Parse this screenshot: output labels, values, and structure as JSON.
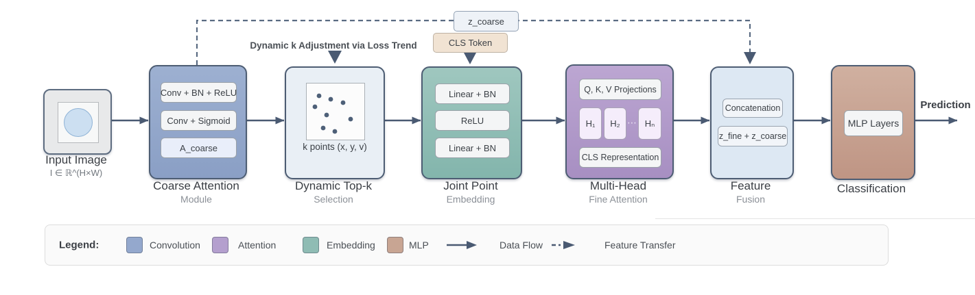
{
  "colors": {
    "convolution": "#94a8cd",
    "attention": "#b49fce",
    "embedding": "#8fbcb4",
    "mlp": "#c8a593",
    "arrow": "#4a5a72",
    "box_border": "#4d5d73"
  },
  "input": {
    "title": "Input Image",
    "subtitle": "I ∈ ℝ^(H×W)"
  },
  "coarse": {
    "title": "Coarse Attention",
    "subtitle": "Module",
    "layers": {
      "l1": "Conv + BN + ReLU",
      "l2": "Conv + Sigmoid",
      "l3": "A_coarse"
    }
  },
  "topk": {
    "title": "Dynamic Top-k",
    "subtitle": "Selection",
    "caption": "k points (x, y, v)",
    "annotation": "Dynamic k Adjustment via Loss Trend"
  },
  "embed": {
    "title": "Joint Point",
    "subtitle": "Embedding",
    "cls_token": "CLS Token",
    "layers": {
      "l1": "Linear + BN",
      "l2": "ReLU",
      "l3": "Linear + BN"
    }
  },
  "attention": {
    "title": "Multi-Head",
    "subtitle": "Fine Attention",
    "layers": {
      "qkv": "Q, K, V Projections",
      "cls": "CLS Representation"
    },
    "heads": {
      "h1": "H₁",
      "h2": "H₂",
      "dots": "⋯",
      "hn": "Hₙ"
    }
  },
  "fusion": {
    "title": "Feature",
    "subtitle": "Fusion",
    "transfer_label": "z_coarse",
    "layers": {
      "l1": "Concatenation",
      "l2": "z_fine + z_coarse"
    }
  },
  "classification": {
    "title": "Classification",
    "layers": {
      "l1": "MLP Layers"
    }
  },
  "output": {
    "label": "Prediction"
  },
  "legend": {
    "title": "Legend:",
    "items": [
      {
        "label": "Convolution",
        "color": "#94a8cd"
      },
      {
        "label": "Attention",
        "color": "#b49fce"
      },
      {
        "label": "Embedding",
        "color": "#8fbcb4"
      },
      {
        "label": "MLP",
        "color": "#c8a593"
      }
    ],
    "flows": [
      {
        "label": "Data Flow",
        "style": "solid"
      },
      {
        "label": "Feature Transfer",
        "style": "dashed"
      }
    ]
  }
}
